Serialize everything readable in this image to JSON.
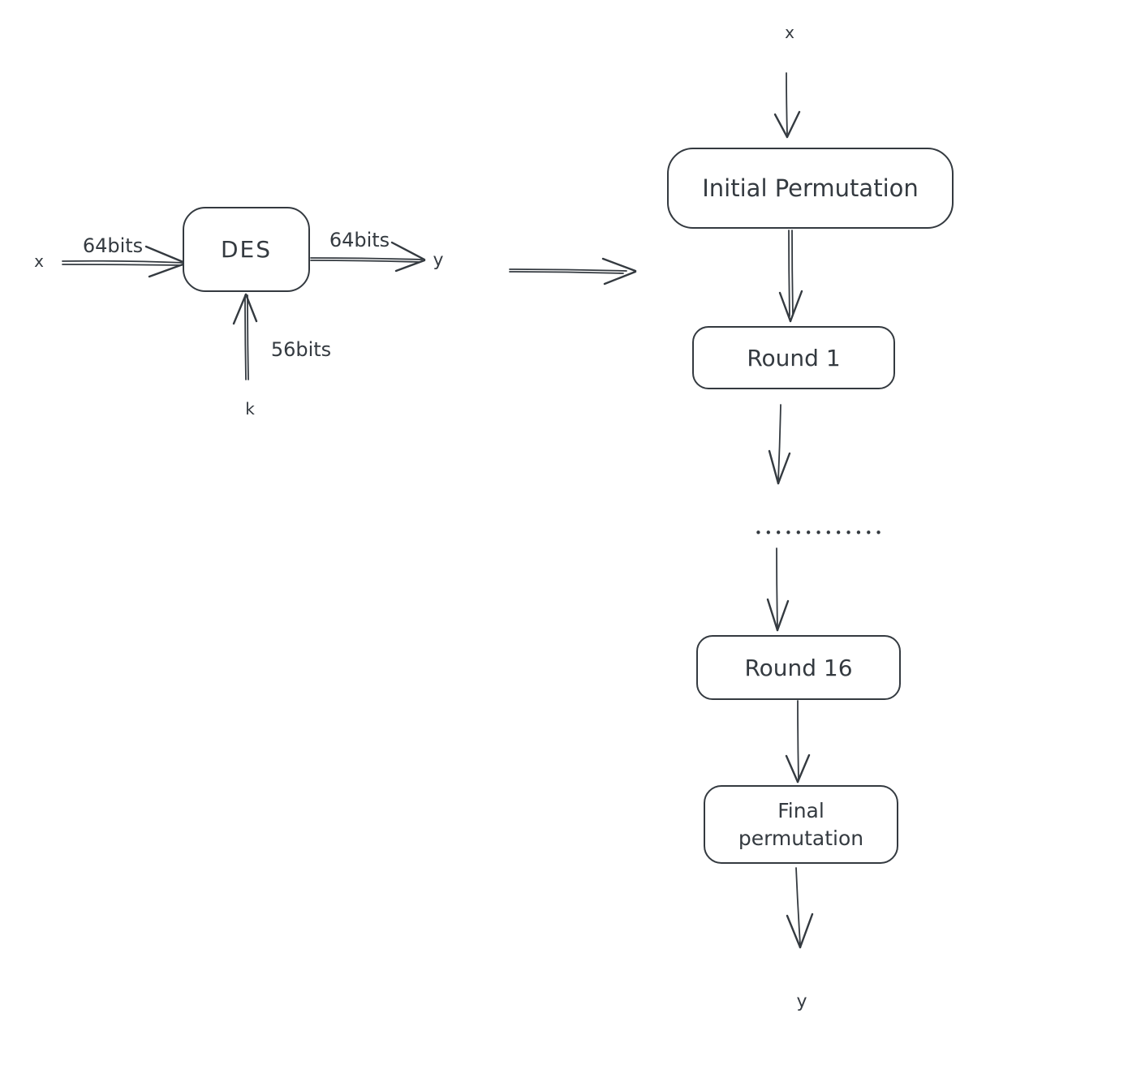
{
  "overview": {
    "x_label": "x",
    "in_bits_label": "64bits",
    "des_label": "DES",
    "out_bits_label": "64bits",
    "y_label": "y",
    "key_bits_label": "56bits",
    "k_label": "k"
  },
  "pipeline": {
    "x_label": "x",
    "initial_permutation_label": "Initial Permutation",
    "round_1_label": "Round 1",
    "dots": "•••••••••••••",
    "round_16_label": "Round 16",
    "final_permutation_line1": "Final",
    "final_permutation_line2": "permutation",
    "y_label": "y"
  },
  "colors": {
    "stroke": "#343a40",
    "background": "#ffffff"
  }
}
